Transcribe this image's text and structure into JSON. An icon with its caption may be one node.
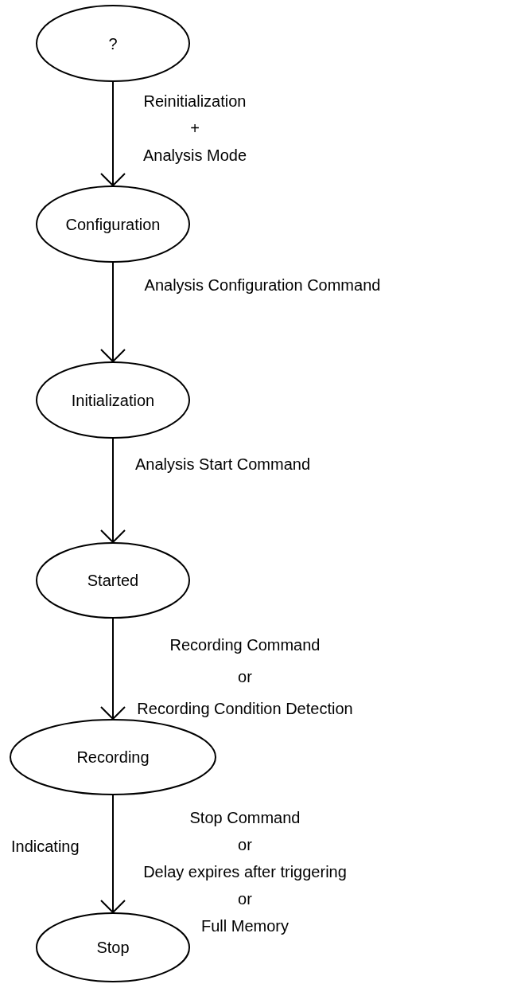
{
  "diagram": {
    "nodes": [
      {
        "text": [
          "?"
        ]
      },
      {
        "text": [
          "Configuration"
        ]
      },
      {
        "text": [
          "Initialization"
        ]
      },
      {
        "text": [
          "Started"
        ]
      },
      {
        "text": [
          "Recording"
        ]
      },
      {
        "text": [
          "Stop"
        ]
      }
    ],
    "edges": [
      {
        "from": 0,
        "to": 1,
        "arrow": "to",
        "label": "Reinitialization + Analysis Mode"
      },
      {
        "from": 1,
        "to": 2,
        "arrow": "to",
        "label": "Analysis Configuration Command"
      },
      {
        "from": 2,
        "to": 3,
        "arrow": "to",
        "label": "Analysis Start Command"
      },
      {
        "from": 3,
        "to": 4,
        "arrow": "to",
        "label": "Recording Command or Recording Condition Detection"
      },
      {
        "from": 4,
        "to": 5,
        "arrow": "to",
        "label": "Stop Command or Delay expires after triggering or Full Memory"
      }
    ],
    "labels": [
      "Indicating"
    ]
  }
}
